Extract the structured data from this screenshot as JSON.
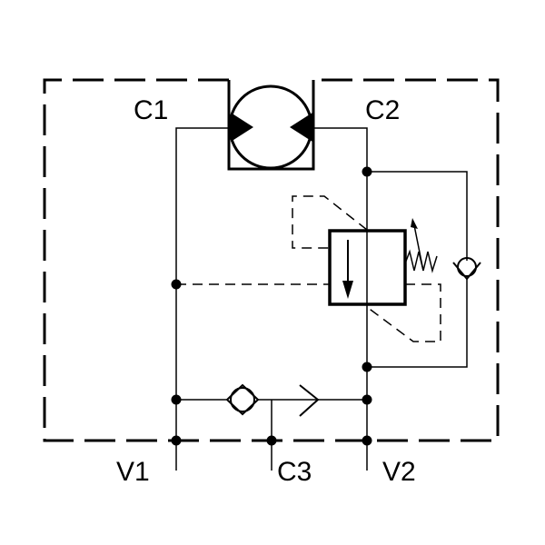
{
  "colors": {
    "line": "#000000",
    "background": "#ffffff"
  },
  "ports": {
    "c1": "C1",
    "c2": "C2",
    "v1": "V1",
    "v2": "V2",
    "c3": "C3"
  },
  "symbols": [
    "hydraulic-motor-icon",
    "relief-valve-icon",
    "adjustable-spring-icon",
    "check-valve-icon"
  ]
}
